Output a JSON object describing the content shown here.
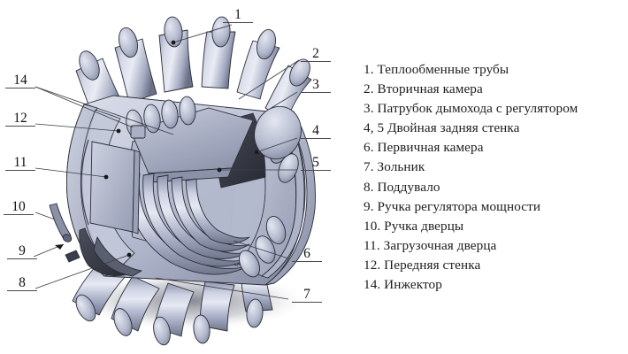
{
  "legend": {
    "items": [
      "1. Теплообменные трубы",
      "2. Вторичная камера",
      "3. Патрубок дымохода с регулятором",
      "4, 5 Двойная задняя стенка",
      "6. Первичная камера",
      "7. Зольник",
      "8. Поддувало",
      "9. Ручка регулятора мощности",
      "10. Ручка дверцы",
      "11. Загрузочная дверца",
      "12. Передняя стенка",
      "14. Инжектор"
    ]
  },
  "callouts": {
    "c1": "1",
    "c2": "2",
    "c3": "3",
    "c4": "4",
    "c5": "5",
    "c6": "6",
    "c7": "7",
    "c8": "8",
    "c9": "9",
    "c10": "10",
    "c11": "11",
    "c12": "12",
    "c14": "14"
  },
  "colors": {
    "background": "#ffffff",
    "metal_light": "#dfe2ee",
    "metal_mid": "#a8aec6",
    "metal_dark": "#6c7287",
    "metal_shadow": "#3a3d4b",
    "outline": "#2b2d38",
    "leader_line": "#4a4a50",
    "text": "#1d1d1f",
    "shadow": "#8d8f99"
  },
  "diagram": {
    "title": "Buleryan convection furnace cutaway",
    "tube_count_top": 6,
    "tube_count_bottom": 5
  }
}
